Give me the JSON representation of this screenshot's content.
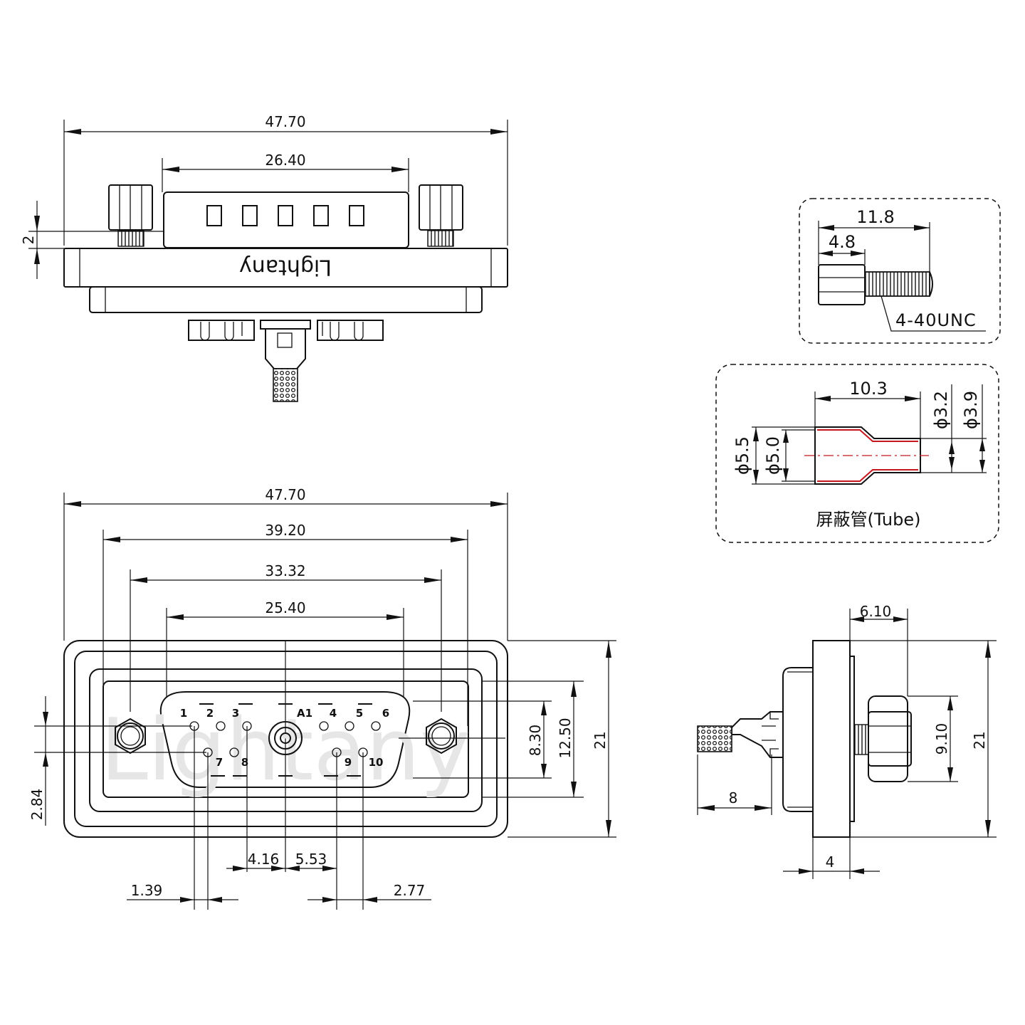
{
  "top_view": {
    "overall_width": "47.70",
    "pin_span": "26.40",
    "step_height": "2",
    "brand": "Lightany"
  },
  "hardware": {
    "length": "11.8",
    "head_length": "4.8",
    "thread": "4-40UNC"
  },
  "tube": {
    "length": "10.3",
    "outer_dia_large": "ϕ5.5",
    "inner_dia_large": "ϕ5.0",
    "inner_dia_small": "ϕ3.2",
    "outer_dia_small": "ϕ3.9",
    "caption": "屏蔽管(Tube)"
  },
  "front_view": {
    "overall_width": "47.70",
    "mount_hole_span": "39.20",
    "shell_width": "33.32",
    "pin_row_span": "25.40",
    "inner_height": "8.30",
    "shell_height": "12.50",
    "overall_height": "21",
    "row_offset": "2.84",
    "dim_4_16": "4.16",
    "dim_5_53": "5.53",
    "dim_1_39": "1.39",
    "dim_2_77": "2.77",
    "pins_top": [
      "1",
      "2",
      "3",
      "A1",
      "4",
      "5",
      "6"
    ],
    "pins_bottom": [
      "7",
      "8",
      "9",
      "10"
    ],
    "watermark": "Lightany"
  },
  "side_view": {
    "nut_depth": "6.10",
    "nut_height": "9.10",
    "overall_height": "21",
    "tail_length": "8",
    "flange_thickness": "4"
  }
}
